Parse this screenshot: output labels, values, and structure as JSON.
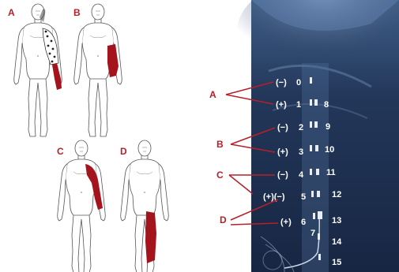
{
  "panels": [
    {
      "id": "A",
      "label": "A"
    },
    {
      "id": "B",
      "label": "B"
    },
    {
      "id": "C",
      "label": "C"
    },
    {
      "id": "D",
      "label": "D"
    }
  ],
  "xray": {
    "pointer_labels": [
      "A",
      "B",
      "C",
      "D"
    ],
    "left_contacts": [
      {
        "polarity": "(−)",
        "number": "0"
      },
      {
        "polarity": "(+)",
        "number": "1"
      },
      {
        "polarity": "(−)",
        "number": "2"
      },
      {
        "polarity": "(+)",
        "number": "3"
      },
      {
        "polarity": "(−)",
        "number": "4"
      },
      {
        "polarity": "(+)(−)",
        "number": "5"
      },
      {
        "polarity": "(+)",
        "number": "6"
      },
      {
        "polarity": "",
        "number": "7"
      }
    ],
    "right_contacts": [
      "8",
      "9",
      "10",
      "11",
      "12",
      "13",
      "14",
      "15"
    ]
  },
  "colors": {
    "paresthesia": "#a3141d",
    "label_red": "#b5202a",
    "xray_dark": "#1a2a44",
    "xray_mid": "#6f8fb8"
  }
}
